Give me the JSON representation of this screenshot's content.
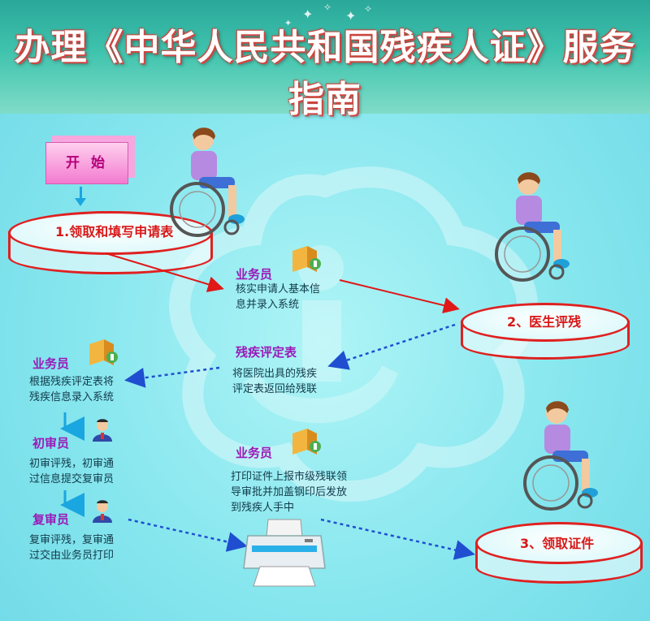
{
  "title": "办理《中华人民共和国残疾人证》服务指南",
  "start": {
    "label": "开 始"
  },
  "steps": [
    {
      "label": "1.领取和填写申请表"
    },
    {
      "label": "2、医生评残"
    },
    {
      "label": "3、领取证件"
    }
  ],
  "nodes": {
    "verify": {
      "role": "业务员",
      "lines": [
        "核实申请人基本信",
        "息并录入系统"
      ]
    },
    "form_return": {
      "role": "残疾评定表",
      "lines": [
        "将医院出具的残疾",
        "评定表返回给残联"
      ]
    },
    "entry": {
      "role": "业务员",
      "lines": [
        "根据残疾评定表将",
        "残疾信息录入系统"
      ]
    },
    "first_review": {
      "role": "初审员",
      "lines": [
        "初审评残，初审通",
        "过信息提交复审员"
      ]
    },
    "second_review": {
      "role": "复审员",
      "lines": [
        "复审评残，复审通",
        "过交由业务员打印"
      ]
    },
    "print": {
      "role": "业务员",
      "lines": [
        "打印证件上报市级残联领",
        "导审批并加盖钢印后发放",
        "到残疾人手中"
      ]
    }
  },
  "colors": {
    "red_arrow": "#e01818",
    "blue_dotted": "#1f4fd0",
    "down_arrow": "#1aa6e0",
    "role": "#9a1ab8",
    "step": "#d81818"
  },
  "icons": [
    "wheelchair-user-icon",
    "clerk-book-icon",
    "reviewer-person-icon",
    "printer-icon",
    "sparkle-icon",
    "logo-watermark-icon"
  ]
}
